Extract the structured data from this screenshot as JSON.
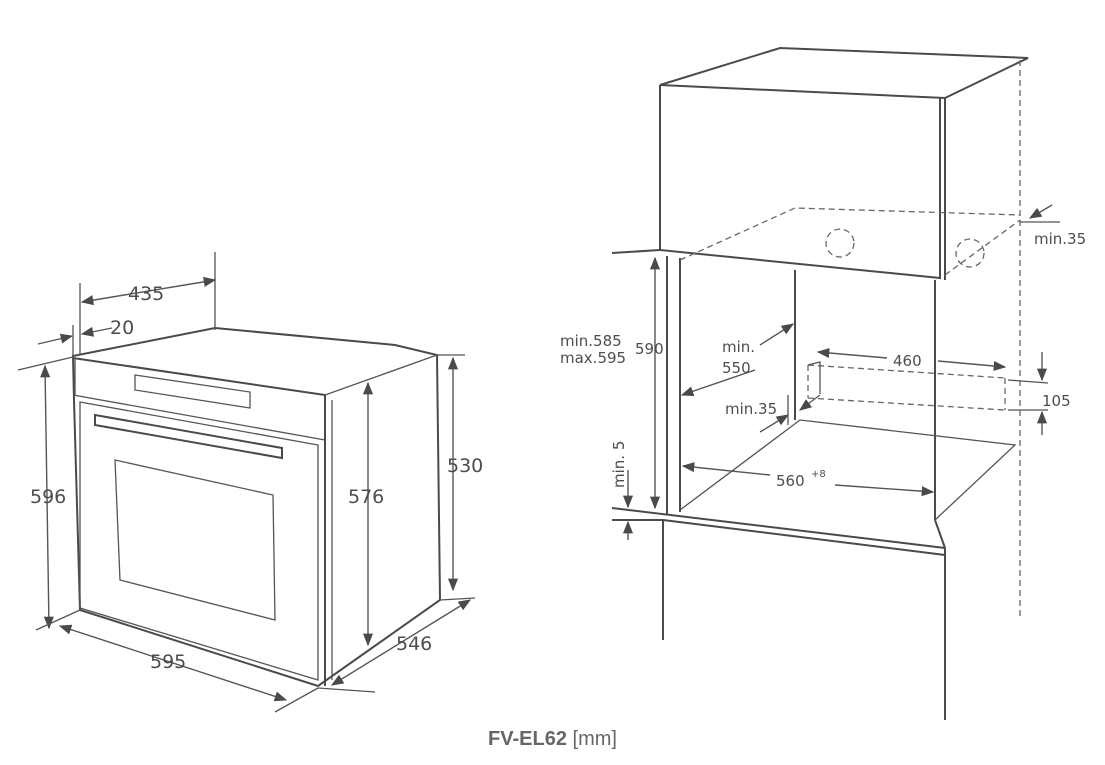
{
  "oven": {
    "width_front": "595",
    "height_front": "596",
    "depth": "546",
    "inner_height": "576",
    "side_height": "530",
    "top_depth": "435",
    "panel_offset": "20"
  },
  "niche": {
    "height_range_min": "min.585",
    "height_range_max": "max.595",
    "height": "590",
    "depth_label_1": "min.",
    "depth_label_2": "550",
    "back_gap": "min.35",
    "top_gap": "min.35",
    "vent_width": "460",
    "vent_height": "105",
    "width": "560",
    "width_tolerance": "+8",
    "bottom_gap": "min. 5"
  },
  "caption": {
    "model": "FV-EL62",
    "unit": "[mm]"
  }
}
